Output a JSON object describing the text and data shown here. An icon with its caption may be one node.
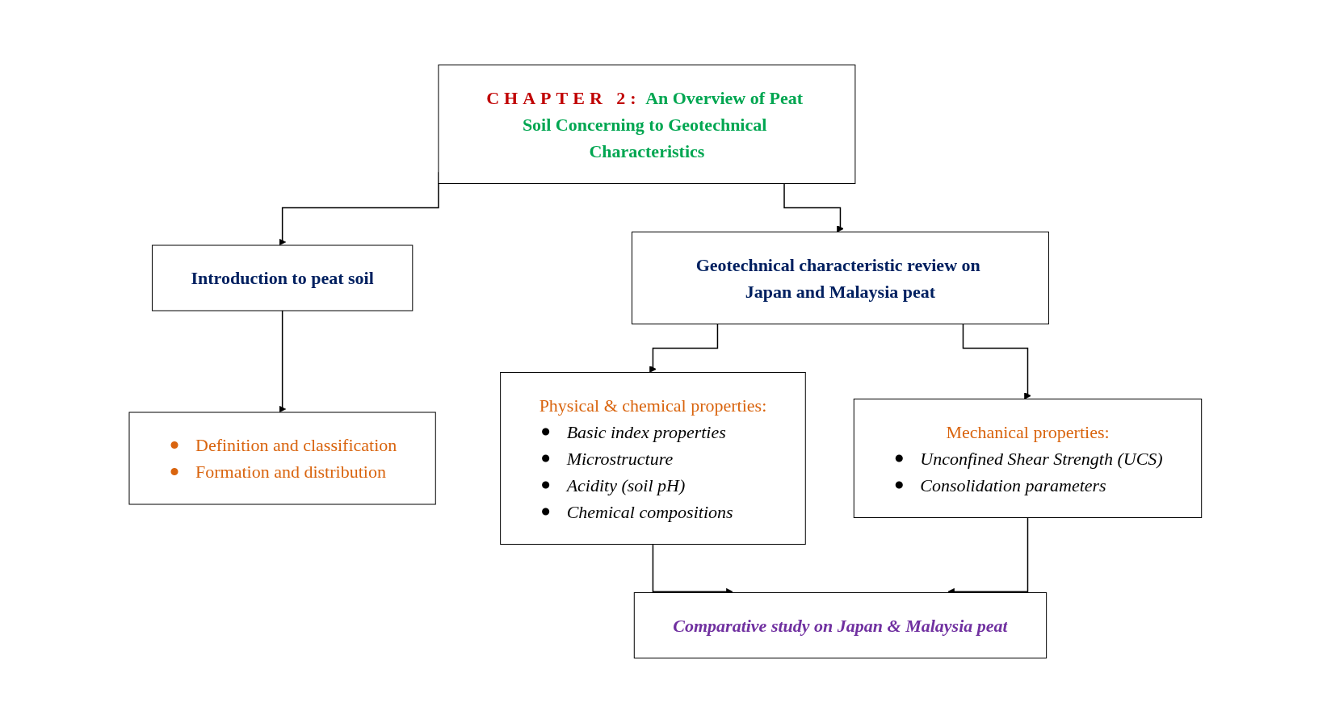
{
  "diagram": {
    "nodes": [
      {
        "text": [
          "CHAPTER 2:",
          "An Overview of Peat Soil Concerning to Geotechnical Characteristics"
        ]
      },
      {
        "text": [
          "Introduction to peat soil"
        ]
      },
      {
        "text": [
          "Geotechnical characteristic review on Japan and Malaysia peat"
        ]
      },
      {
        "text": [
          "Definition and classification",
          "Formation and distribution"
        ]
      },
      {
        "text": [
          "Physical & chemical properties:",
          "Basic index properties",
          "Microstructure",
          "Acidity (soil pH)",
          "Chemical compositions"
        ]
      },
      {
        "text": [
          "Mechanical properties:",
          "Unconfined Shear Strength (UCS)",
          "Consolidation parameters"
        ]
      },
      {
        "text": [
          "Comparative study on Japan & Malaysia peat"
        ]
      }
    ],
    "edges": [
      {
        "from": 0,
        "to": 1,
        "arrow": "to"
      },
      {
        "from": 0,
        "to": 2,
        "arrow": "to"
      },
      {
        "from": 1,
        "to": 3,
        "arrow": "to"
      },
      {
        "from": 2,
        "to": 4,
        "arrow": "to"
      },
      {
        "from": 2,
        "to": 5,
        "arrow": "to"
      },
      {
        "from": 4,
        "to": 6,
        "arrow": "to"
      },
      {
        "from": 5,
        "to": 6,
        "arrow": "to"
      }
    ]
  }
}
